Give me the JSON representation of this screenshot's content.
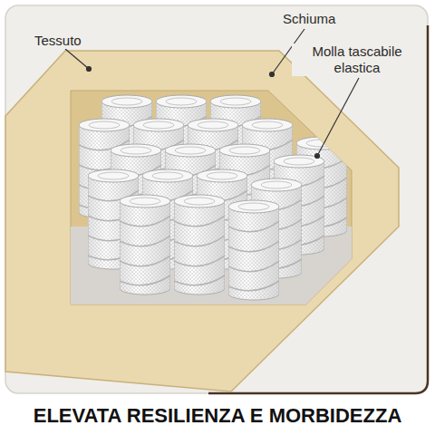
{
  "diagram": {
    "caption": "ELEVATA RESILIENZA E MORBIDEZZA",
    "labels": [
      "Tessuto",
      "Schiuma",
      "Molla tascabile elastica"
    ]
  }
}
